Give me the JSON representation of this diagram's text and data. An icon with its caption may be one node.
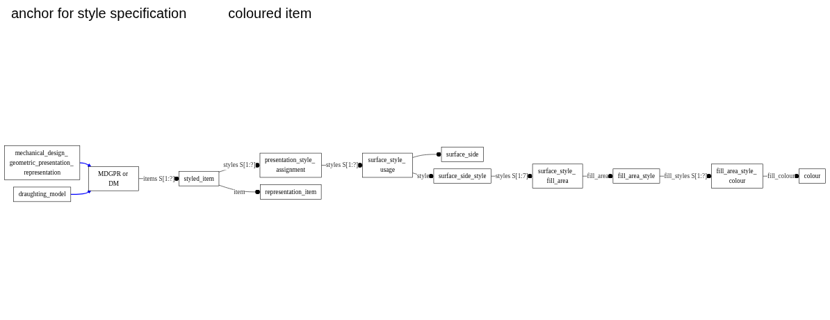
{
  "diagram": {
    "nodes": [
      {
        "text": [
          "mechanical_design_ geometric_presentation_ representation"
        ]
      },
      {
        "text": [
          "draughting_model"
        ]
      },
      {
        "text": [
          "MDGPR or DM"
        ]
      },
      {
        "text": [
          "surface_side"
        ]
      },
      {
        "text": [
          "styled_item"
        ]
      },
      {
        "text": [
          "presentation_style_ assignment"
        ]
      },
      {
        "text": [
          "surface_style_ usage"
        ]
      },
      {
        "text": [
          "surface_side_style"
        ]
      },
      {
        "text": [
          "representation_item"
        ]
      },
      {
        "text": [
          "fill_area_style_ colour"
        ]
      },
      {
        "text": [
          "fill_area_style"
        ]
      },
      {
        "text": [
          "surface_style_ fill_area"
        ]
      },
      {
        "text": [
          "colour"
        ]
      }
    ],
    "edges": [
      {
        "from": 0,
        "to": 2,
        "arrow": "to",
        "color": "#0000ff"
      },
      {
        "from": 1,
        "to": 2,
        "arrow": "to",
        "color": "#0000ff"
      },
      {
        "from": 2,
        "to": 4,
        "arrow": "other",
        "label": "items S[1:?]"
      },
      {
        "from": 6,
        "to": 3,
        "arrow": "other"
      },
      {
        "from": 4,
        "to": 5,
        "arrow": "other",
        "label": "styles S[1:?]"
      },
      {
        "from": 5,
        "to": 6,
        "arrow": "other",
        "label": "styles S[1:?]"
      },
      {
        "from": 6,
        "to": 7,
        "arrow": "other",
        "label": "style"
      },
      {
        "from": 4,
        "to": 8,
        "arrow": "other",
        "label": "item"
      },
      {
        "from": 7,
        "to": 11,
        "arrow": "other",
        "label": "styles S[1:7]"
      },
      {
        "from": 11,
        "to": 10,
        "arrow": "other",
        "label": "fill_area"
      },
      {
        "from": 10,
        "to": 9,
        "arrow": "other",
        "label": "fill_styles S[1:?]"
      },
      {
        "from": 9,
        "to": 12,
        "arrow": "other",
        "label": "fill_colour"
      }
    ],
    "labels": [
      "anchor for style specification",
      "coloured item"
    ]
  }
}
